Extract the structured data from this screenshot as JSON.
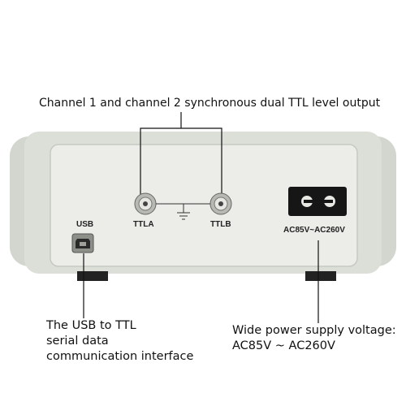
{
  "captions": {
    "top": "Channel 1 and channel 2 synchronous dual TTL level output",
    "usb": [
      "The USB to TTL",
      "serial data",
      "communication interface"
    ],
    "power": [
      "Wide power supply voltage:",
      "AC85V ~ AC260V"
    ]
  },
  "panel_labels": {
    "usb": "USB",
    "ttla": "TTLA",
    "ttlb": "TTLB",
    "power_rating": "AC85V~AC260V"
  },
  "colors": {
    "housing": "#d9dcd6",
    "panel": "#e9ebe6",
    "connector": "#1a1a1a",
    "line": "#111111"
  }
}
